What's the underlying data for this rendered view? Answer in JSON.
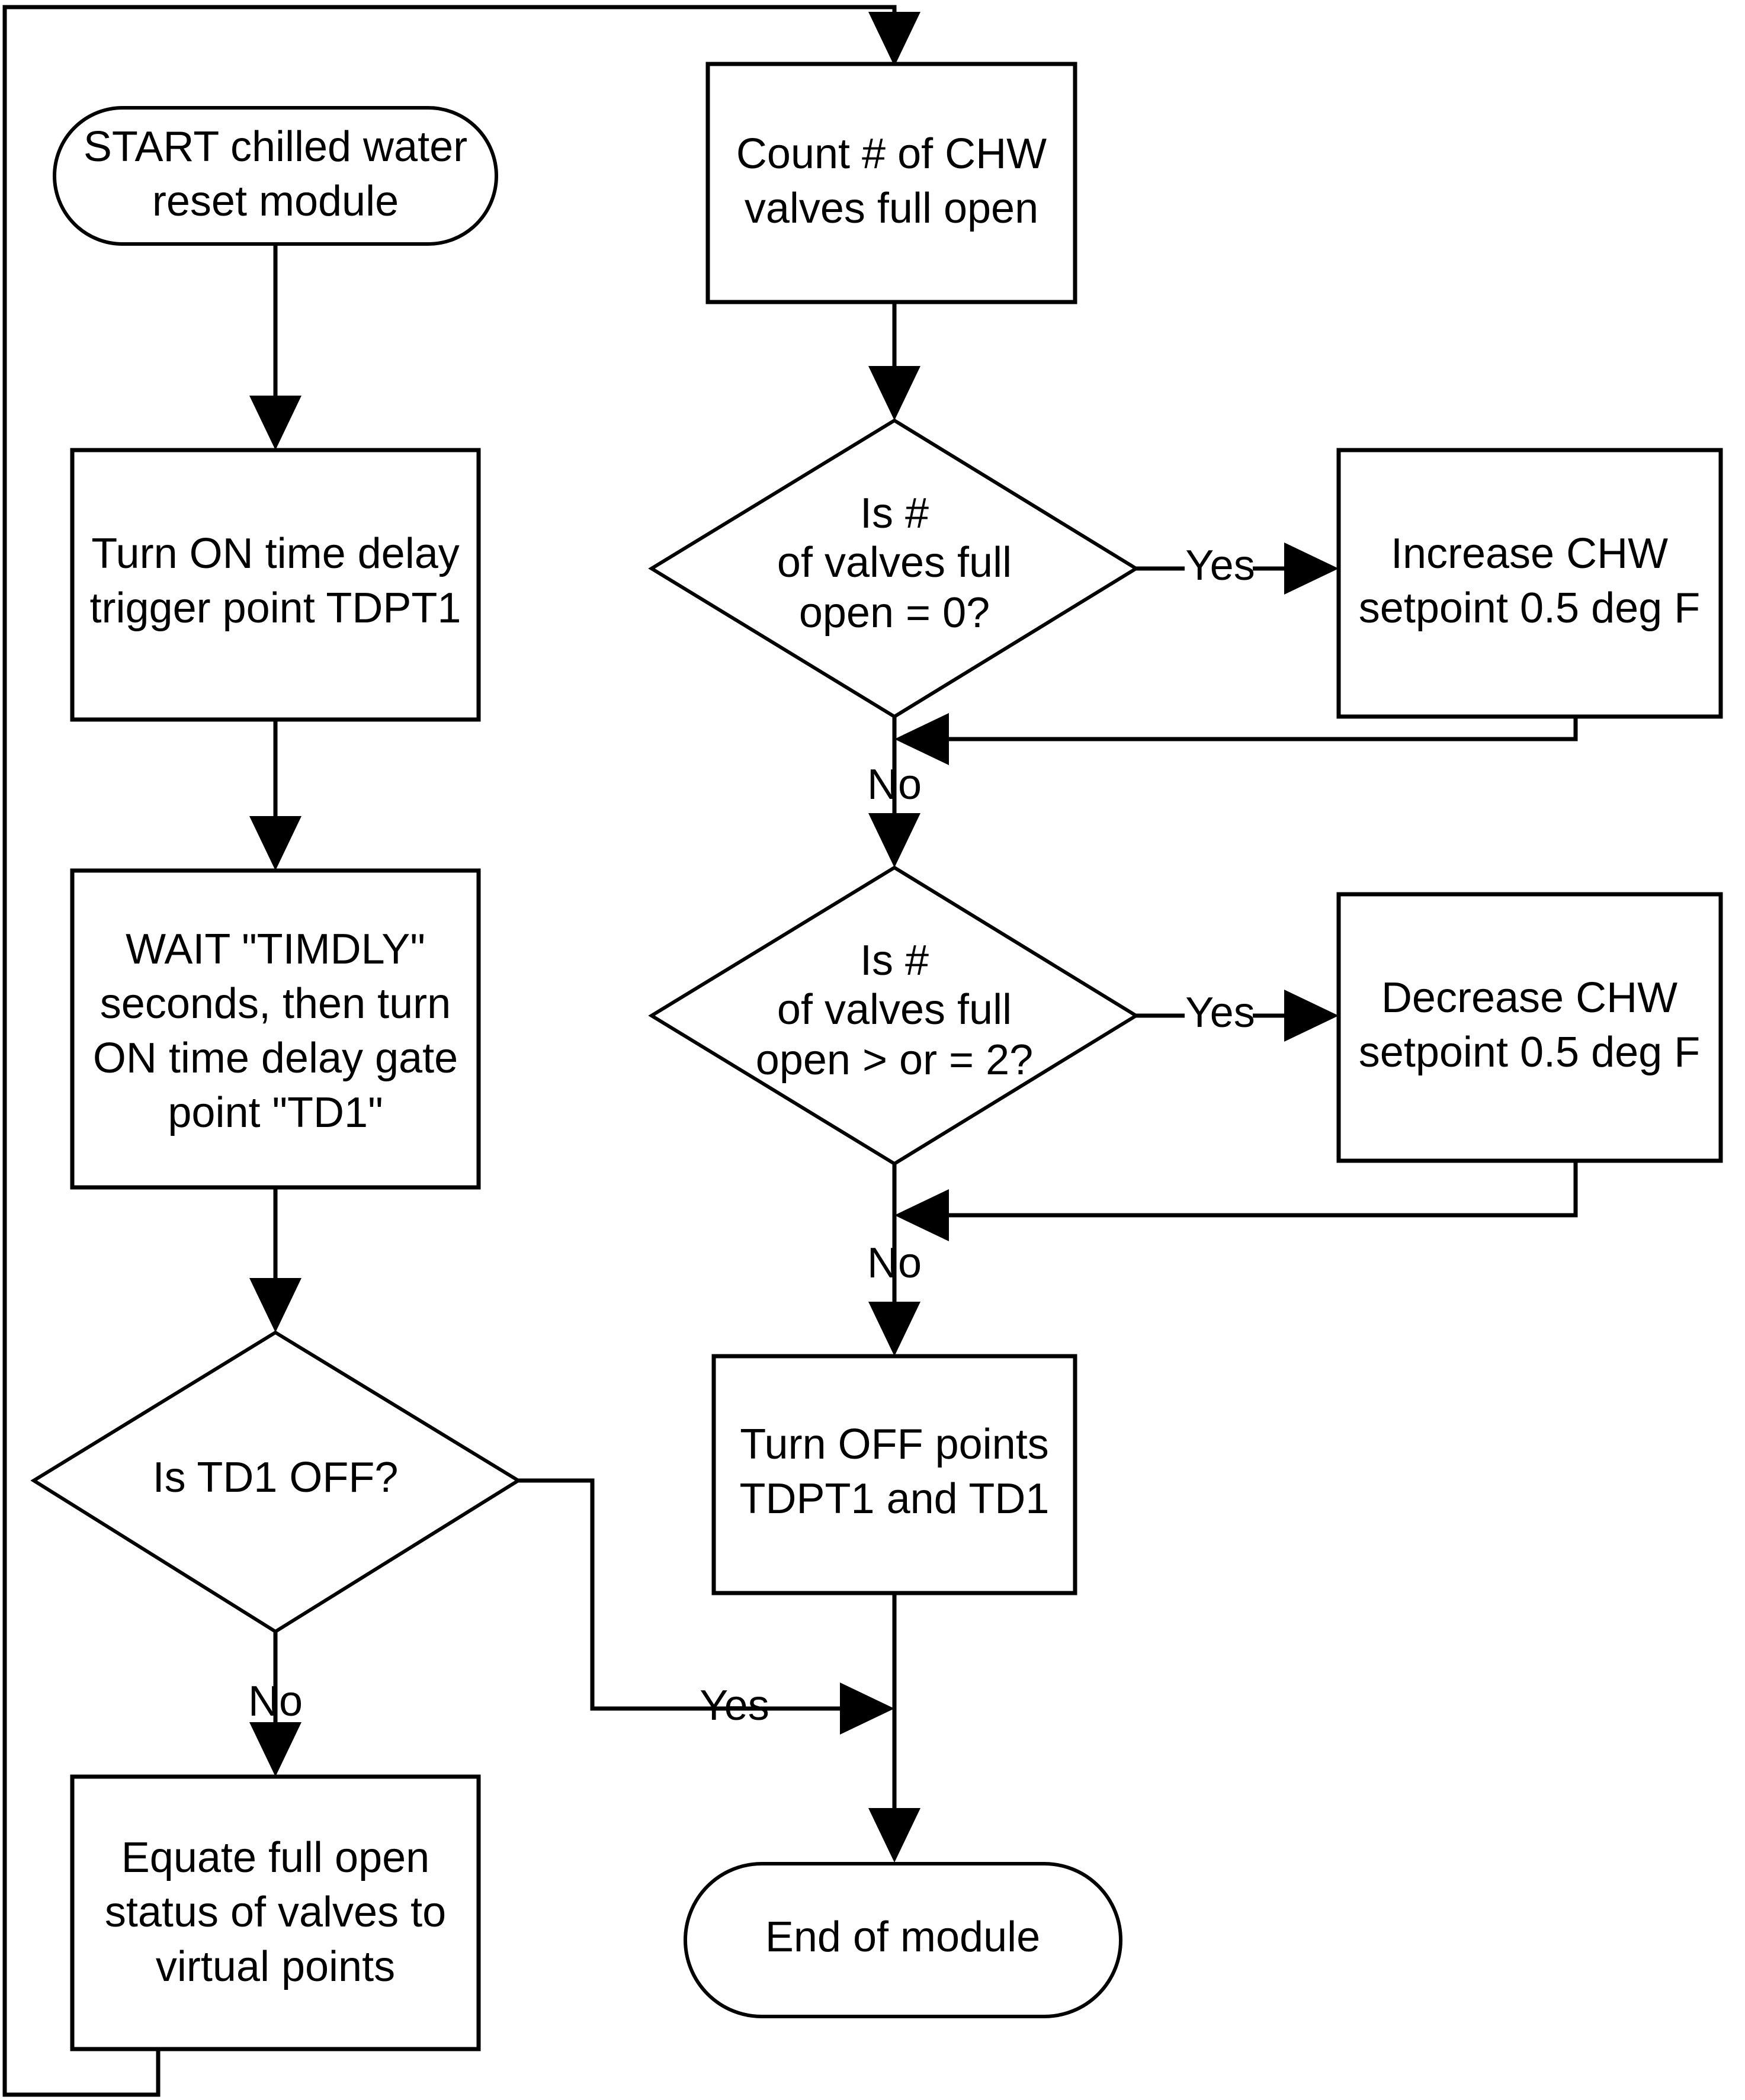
{
  "diagram": {
    "title": "Chilled water reset module flowchart",
    "type": "flowchart",
    "background_color": "#ffffff",
    "line_color": "#000000",
    "text_color": "#000000"
  },
  "nodes": {
    "start": {
      "shape": "terminator",
      "line1": "START chilled water",
      "line2": "reset module"
    },
    "turn_on_tdpt1": {
      "shape": "process",
      "line1": "Turn ON time delay",
      "line2": "trigger point TDPT1"
    },
    "wait_timdly": {
      "shape": "process",
      "line1": "WAIT \"TIMDLY\"",
      "line2": "seconds, then turn",
      "line3": "ON time delay gate",
      "line4": "point \"TD1\""
    },
    "is_td1_off": {
      "shape": "decision",
      "line1": "Is TD1 OFF?"
    },
    "equate_valves": {
      "shape": "process",
      "line1": "Equate full open",
      "line2": "status of valves to",
      "line3": "virtual points"
    },
    "count_valves": {
      "shape": "process",
      "line1": "Count # of CHW",
      "line2": "valves full open"
    },
    "valves_zero": {
      "shape": "decision",
      "line1": "Is #",
      "line2": "of valves full",
      "line3": "open = 0?"
    },
    "increase_setpoint": {
      "shape": "process",
      "line1": "Increase CHW",
      "line2": "setpoint 0.5 deg F"
    },
    "valves_two_or_more": {
      "shape": "decision",
      "line1": "Is #",
      "line2": "of valves full",
      "line3": "open > or = 2?"
    },
    "decrease_setpoint": {
      "shape": "process",
      "line1": "Decrease CHW",
      "line2": "setpoint 0.5 deg F"
    },
    "turn_off_points": {
      "shape": "process",
      "line1": "Turn OFF points",
      "line2": "TDPT1 and TD1"
    },
    "end": {
      "shape": "terminator",
      "line1": "End of module"
    }
  },
  "edge_labels": {
    "td1_off_no": "No",
    "td1_off_yes": "Yes",
    "valves_zero_yes": "Yes",
    "valves_zero_no": "No",
    "valves_two_yes": "Yes",
    "valves_two_no": "No"
  },
  "flow": [
    {
      "from": "start",
      "to": "turn_on_tdpt1",
      "label": ""
    },
    {
      "from": "turn_on_tdpt1",
      "to": "wait_timdly",
      "label": ""
    },
    {
      "from": "wait_timdly",
      "to": "is_td1_off",
      "label": ""
    },
    {
      "from": "is_td1_off",
      "to": "equate_valves",
      "label": "No"
    },
    {
      "from": "is_td1_off",
      "to": "end",
      "label": "Yes"
    },
    {
      "from": "equate_valves",
      "to": "count_valves",
      "label": ""
    },
    {
      "from": "count_valves",
      "to": "valves_zero",
      "label": ""
    },
    {
      "from": "valves_zero",
      "to": "increase_setpoint",
      "label": "Yes"
    },
    {
      "from": "increase_setpoint",
      "to": "valves_two_or_more",
      "label": ""
    },
    {
      "from": "valves_zero",
      "to": "valves_two_or_more",
      "label": "No"
    },
    {
      "from": "valves_two_or_more",
      "to": "decrease_setpoint",
      "label": "Yes"
    },
    {
      "from": "decrease_setpoint",
      "to": "turn_off_points",
      "label": ""
    },
    {
      "from": "valves_two_or_more",
      "to": "turn_off_points",
      "label": "No"
    },
    {
      "from": "turn_off_points",
      "to": "end",
      "label": ""
    }
  ]
}
